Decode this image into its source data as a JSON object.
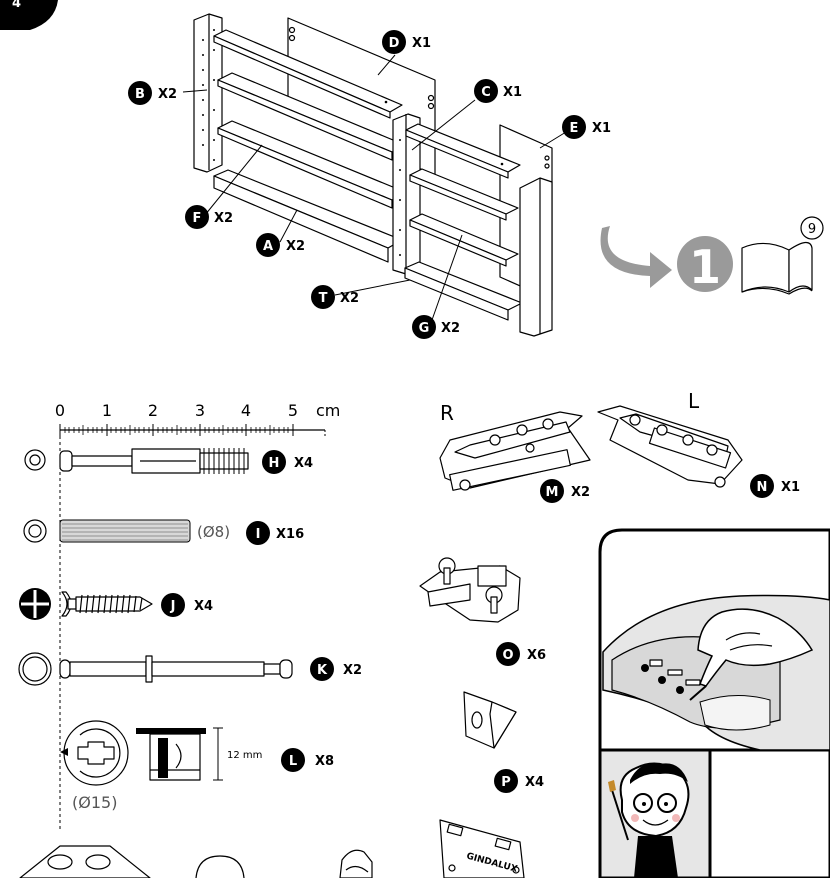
{
  "page_number": "4",
  "parts": [
    {
      "letter": "D",
      "qty": "X1"
    },
    {
      "letter": "B",
      "qty": "X2"
    },
    {
      "letter": "C",
      "qty": "X1"
    },
    {
      "letter": "E",
      "qty": "X1"
    },
    {
      "letter": "F",
      "qty": "X2"
    },
    {
      "letter": "A",
      "qty": "X2"
    },
    {
      "letter": "T",
      "qty": "X2"
    },
    {
      "letter": "G",
      "qty": "X2"
    }
  ],
  "step": {
    "number": "1",
    "book_page": "9"
  },
  "ruler": {
    "ticks": [
      "0",
      "1",
      "2",
      "3",
      "4",
      "5"
    ],
    "unit": "cm"
  },
  "hardware": [
    {
      "letter": "H",
      "qty": "X4"
    },
    {
      "letter": "I",
      "qty": "X16",
      "note": "(Ø8)"
    },
    {
      "letter": "J",
      "qty": "X4"
    },
    {
      "letter": "K",
      "qty": "X2"
    },
    {
      "letter": "L",
      "qty": "X8",
      "note": "(Ø15)",
      "dim": "12 mm"
    }
  ],
  "fittings": [
    {
      "letter": "M",
      "qty": "X2",
      "side": "R"
    },
    {
      "letter": "N",
      "qty": "X1",
      "side": "L"
    },
    {
      "letter": "O",
      "qty": "X6"
    },
    {
      "letter": "P",
      "qty": "X4"
    }
  ],
  "brand": "GINDALUX",
  "colors": {
    "ink": "#000000",
    "arrow_gray": "#9a9a9a",
    "panel_gray": "#e6e6e6",
    "badge": "#000000"
  }
}
